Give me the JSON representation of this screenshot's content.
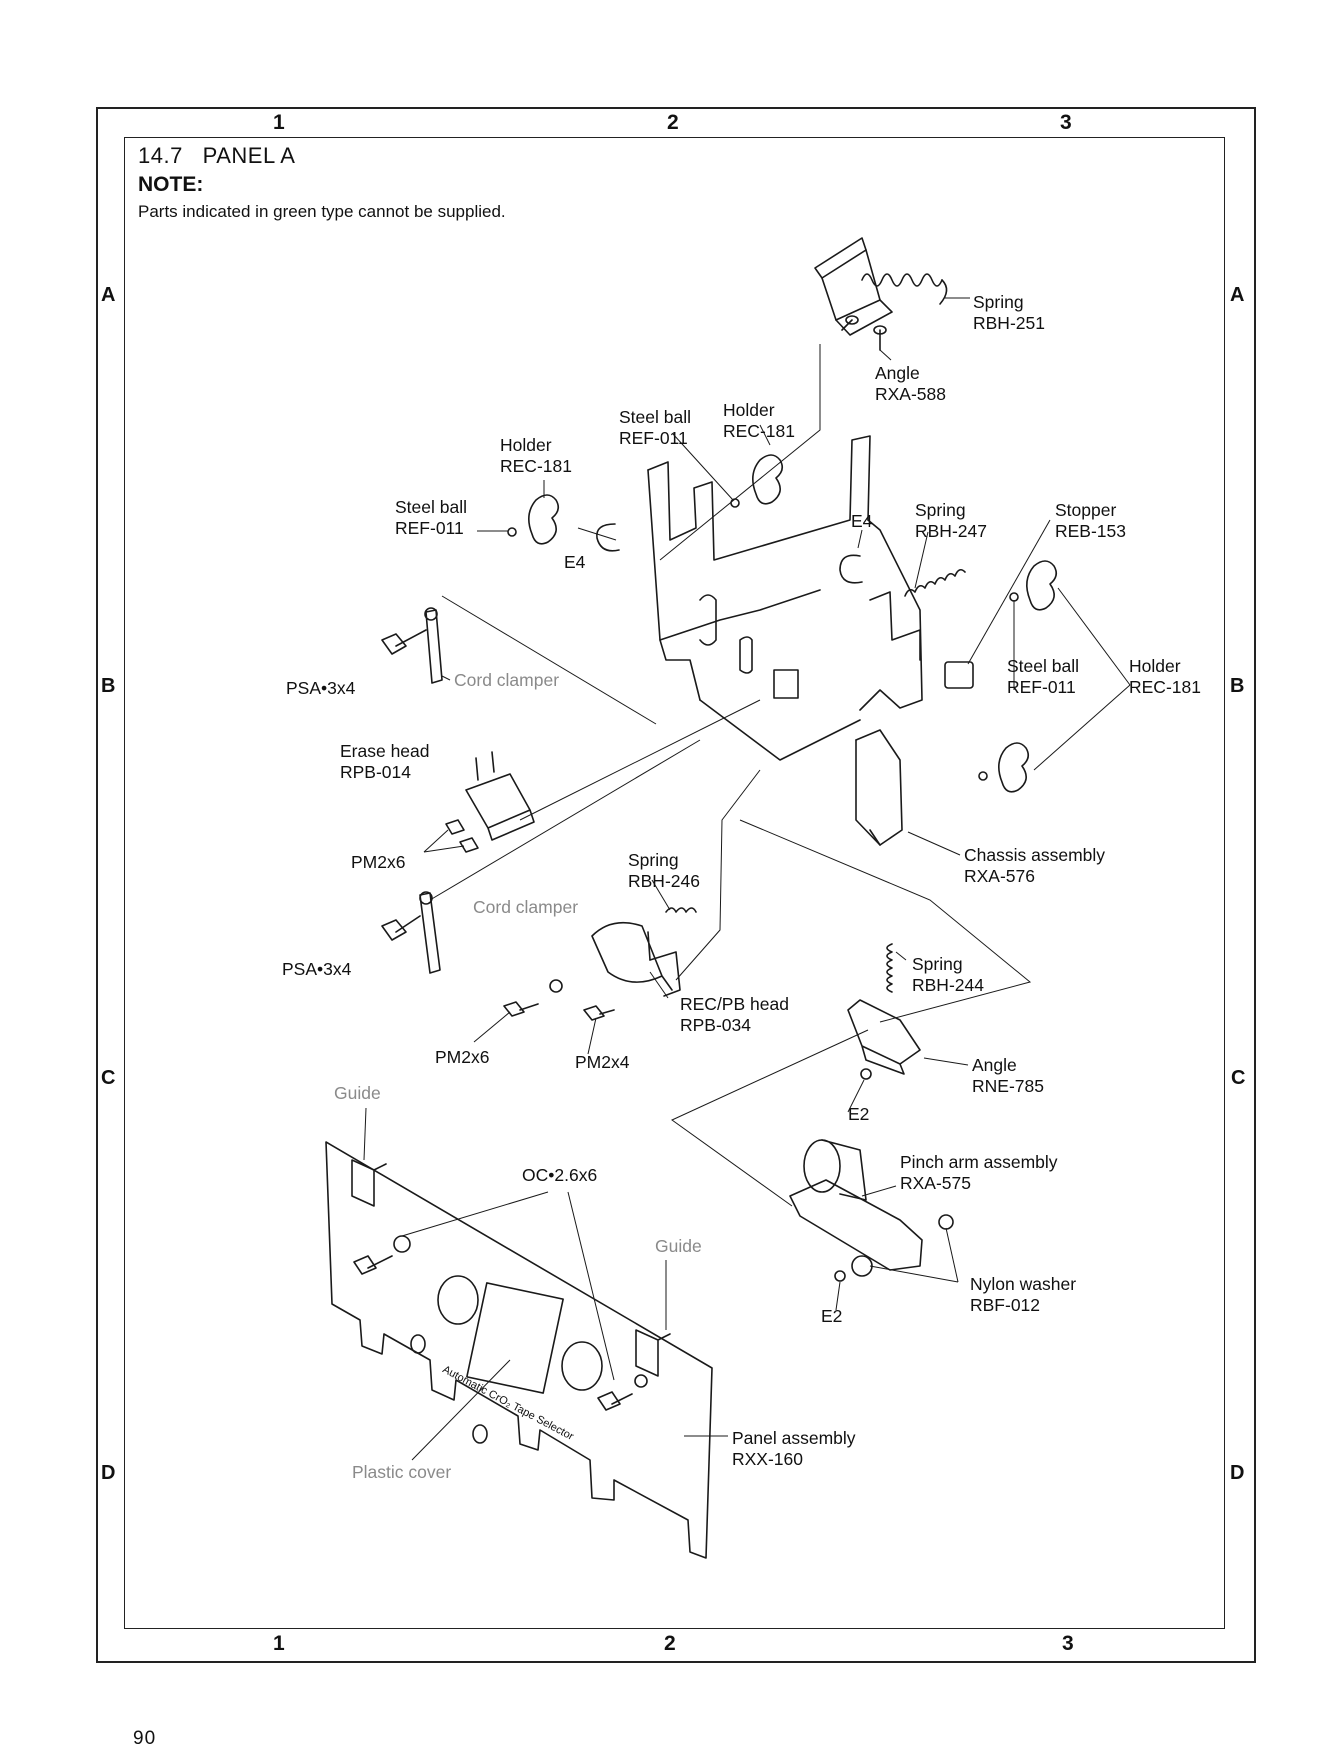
{
  "header": {
    "section": "14.7",
    "title": "PANEL A",
    "note_heading": "NOTE:",
    "note_text": "Parts indicated in green type cannot be supplied."
  },
  "grid": {
    "columns": [
      "1",
      "2",
      "3"
    ],
    "rows": [
      "A",
      "B",
      "C",
      "D"
    ]
  },
  "parts": [
    {
      "name": "Spring",
      "code": "RBH-251"
    },
    {
      "name": "Angle",
      "code": "RXA-588"
    },
    {
      "name": "Steel ball",
      "code": "REF-011"
    },
    {
      "name": "Holder",
      "code": "REC-181"
    },
    {
      "name": "Holder",
      "code": "REC-181"
    },
    {
      "name": "Steel ball",
      "code": "REF-011"
    },
    {
      "name": "E4",
      "code": ""
    },
    {
      "name": "E4",
      "code": ""
    },
    {
      "name": "Spring",
      "code": "RBH-247"
    },
    {
      "name": "Stopper",
      "code": "REB-153"
    },
    {
      "name": "Steel ball",
      "code": "REF-011"
    },
    {
      "name": "Holder",
      "code": "REC-181"
    },
    {
      "name": "PSA•3x4",
      "code": ""
    },
    {
      "name": "Cord clamper",
      "code": "",
      "supplied": false
    },
    {
      "name": "Erase  head",
      "code": "RPB-014"
    },
    {
      "name": "PM2x6",
      "code": ""
    },
    {
      "name": "Chassis assembly",
      "code": "RXA-576"
    },
    {
      "name": "Spring",
      "code": "RBH-246"
    },
    {
      "name": "Cord clamper",
      "code": "",
      "supplied": false
    },
    {
      "name": "PSA•3x4",
      "code": ""
    },
    {
      "name": "Spring",
      "code": "RBH-244"
    },
    {
      "name": "REC/PB head",
      "code": "RPB-034"
    },
    {
      "name": "PM2x6",
      "code": ""
    },
    {
      "name": "PM2x4",
      "code": ""
    },
    {
      "name": "Angle",
      "code": "RNE-785"
    },
    {
      "name": "E2",
      "code": ""
    },
    {
      "name": "Guide",
      "code": "",
      "supplied": false
    },
    {
      "name": "OC•2.6x6",
      "code": ""
    },
    {
      "name": "Pinch arm assembly",
      "code": "RXA-575"
    },
    {
      "name": "Guide",
      "code": "",
      "supplied": false
    },
    {
      "name": "Nylon washer",
      "code": "RBF-012"
    },
    {
      "name": "E2",
      "code": ""
    },
    {
      "name": "Panel assembly",
      "code": "RXX-160"
    },
    {
      "name": "Plastic cover",
      "code": "",
      "supplied": false
    }
  ],
  "panel_print": {
    "text": "Automatic CrO₂ Tape Selector"
  },
  "footer": {
    "page_number": "90"
  }
}
